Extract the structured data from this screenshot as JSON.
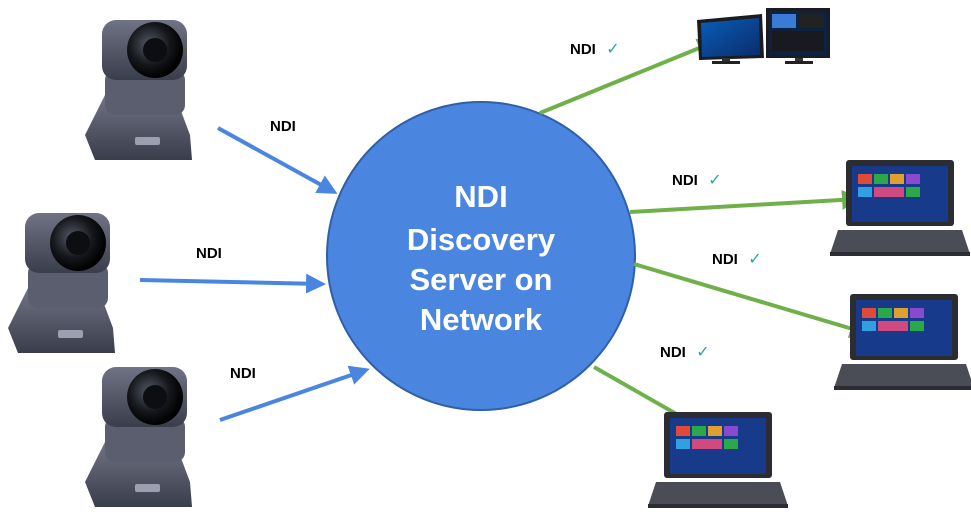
{
  "hub": {
    "lines": [
      "NDI",
      "Discovery",
      "Server on",
      "Network"
    ],
    "fill": "#4a86e0",
    "stroke": "#2f5fa8"
  },
  "inputs": [
    {
      "name": "camera-top",
      "label": "NDI"
    },
    {
      "name": "camera-middle",
      "label": "NDI"
    },
    {
      "name": "camera-bottom",
      "label": "NDI"
    }
  ],
  "outputs": [
    {
      "name": "monitor-display",
      "label": "NDI",
      "check": "✓"
    },
    {
      "name": "laptop-upper",
      "label": "NDI",
      "check": "✓"
    },
    {
      "name": "laptop-middle",
      "label": "NDI",
      "check": "✓"
    },
    {
      "name": "laptop-bottom",
      "label": "NDI",
      "check": "✓"
    }
  ],
  "colors": {
    "input_arrow": "#4a86e0",
    "output_arrow": "#6fb04a",
    "check": "#2aa7a0"
  }
}
